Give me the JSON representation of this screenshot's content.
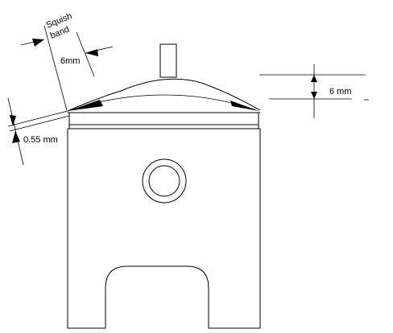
{
  "labels": {
    "squish_line1": "Squish",
    "squish_line2": "band",
    "squish_width": "6mm",
    "right_dim": "6 mm",
    "clearance": "0.55 mm"
  },
  "colors": {
    "line": "#000000",
    "background": "#ffffff"
  }
}
